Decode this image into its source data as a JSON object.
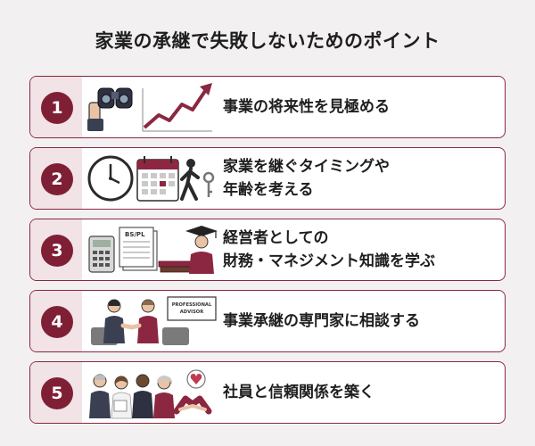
{
  "title": "家業の承継で失敗しないためのポイント",
  "items": [
    {
      "number": "1",
      "lines": [
        "事業の将来性を見極める"
      ]
    },
    {
      "number": "2",
      "lines": [
        "家業を継ぐタイミングや",
        "年齢を考える"
      ]
    },
    {
      "number": "3",
      "lines": [
        "経営者としての",
        "財務・マネジメント知識を学ぶ"
      ]
    },
    {
      "number": "4",
      "lines": [
        "事業承継の専門家に相談する"
      ]
    },
    {
      "number": "5",
      "lines": [
        "社員と信頼関係を築く"
      ]
    }
  ],
  "illustration_text": {
    "document_label": "BS/PL",
    "sign_line1": "PROFESSIONAL",
    "sign_line2": "ADVISOR"
  },
  "colors": {
    "accent": "#7f1f36",
    "border": "#8b2740",
    "band": "#f1e3e6",
    "background": "#f2f0f1"
  },
  "icons": [
    "binoculars-growth-chart-icon",
    "clock-calendar-walking-person-key-icon",
    "calculator-financial-documents-graduate-icon",
    "handshake-advisor-meeting-icon",
    "team-of-employees-handshake-heart-icon"
  ]
}
